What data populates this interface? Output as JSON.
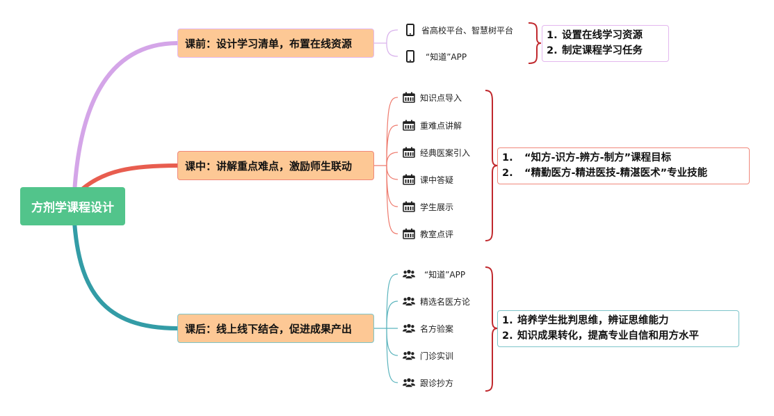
{
  "root": {
    "label": "方剂学课程设计"
  },
  "colors": {
    "root_bg": "#52c48b",
    "branch_before": "#d4a5e8",
    "branch_during": "#e85d4f",
    "branch_after": "#339ca6",
    "main_node_bg": "#fdc895",
    "brace": "#c0282d"
  },
  "branches": [
    {
      "label": "课前：设计学习清单，布置在线资源",
      "icon": "mobile-phone-icon",
      "items": [
        "省高校平台、智慧树平台",
        "“知道”APP"
      ],
      "summary": [
        {
          "num": "1.",
          "text": "设置在线学习资源"
        },
        {
          "num": "2.",
          "text": "制定课程学习任务"
        }
      ]
    },
    {
      "label": "课中：讲解重点难点，激励师生联动",
      "icon": "calendar-icon",
      "items": [
        "知识点导入",
        "重难点讲解",
        "经典医案引入",
        "课中答疑",
        "学生展示",
        "教室点评"
      ],
      "summary": [
        {
          "num": "1.",
          "text": "“知方-识方-辨方-制方”课程目标"
        },
        {
          "num": "2.",
          "text": "“精勤医方-精进医技-精湛医术”专业技能"
        }
      ]
    },
    {
      "label": "课后：线上线下结合，促进成果产出",
      "icon": "group-icon",
      "items": [
        "“知道”APP",
        "精选名医方论",
        "名方验案",
        "门诊实训",
        "跟诊抄方"
      ],
      "summary": [
        {
          "num": "1.",
          "text": "培养学生批判思维，辨证思维能力"
        },
        {
          "num": "2.",
          "text": "知识成果转化，提高专业自信和用方水平"
        }
      ]
    }
  ]
}
